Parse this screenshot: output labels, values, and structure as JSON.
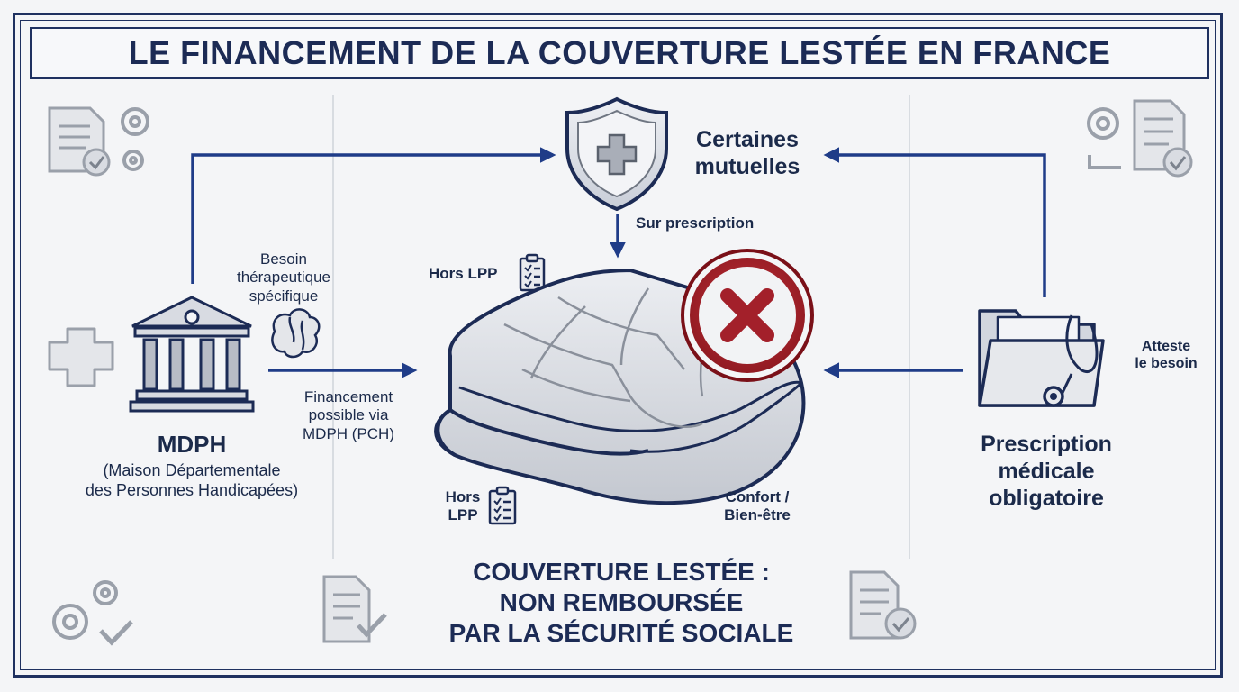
{
  "title": "LE FINANCEMENT DE LA COUVERTURE LESTÉE EN FRANCE",
  "mutuelles": {
    "label_line1": "Certaines",
    "label_line2": "mutuelles",
    "sur_prescription": "Sur prescription"
  },
  "mdph": {
    "besoin_line1": "Besoin",
    "besoin_line2": "thérapeutique",
    "besoin_line3": "spécifique",
    "financement_line1": "Financement",
    "financement_line2": "possible via",
    "financement_line3": "MDPH (PCH)",
    "name": "MDPH",
    "full_line1": "(Maison Départementale",
    "full_line2": "des Personnes Handicapées)"
  },
  "blanket": {
    "hors_lpp_top": "Hors LPP",
    "hors_lpp_bottom_line1": "Hors",
    "hors_lpp_bottom_line2": "LPP",
    "confort_line1": "Confort /",
    "confort_line2": "Bien-être"
  },
  "prescription": {
    "atteste_line1": "Atteste",
    "atteste_line2": "le besoin",
    "label_line1": "Prescription",
    "label_line2": "médicale",
    "label_line3": "obligatoire"
  },
  "conclusion": {
    "line1": "COUVERTURE LESTÉE :",
    "line2": "NON REMBOURSÉE",
    "line3": "PAR LA SÉCURITÉ SOCIALE"
  },
  "colors": {
    "navy": "#1c2b55",
    "arrow": "#1f3c88",
    "reject_red": "#a3202a",
    "icon_gray": "#9aa0aa"
  },
  "icons": [
    "document-icon",
    "gear-icon",
    "check-icon",
    "shield-cross-icon",
    "medical-cross-icon",
    "institution-icon",
    "brain-icon",
    "clipboard-icon",
    "folder-stethoscope-icon",
    "reject-x-icon",
    "weighted-blanket-icon"
  ]
}
